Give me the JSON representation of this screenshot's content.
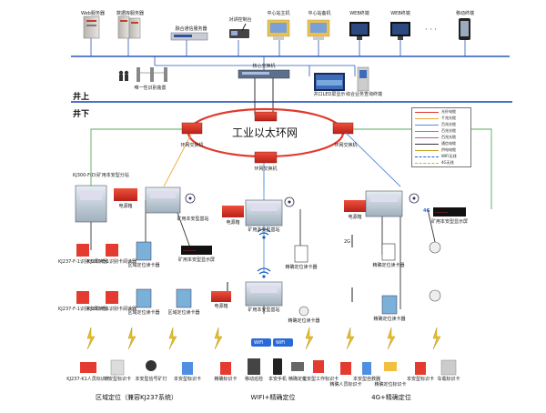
{
  "top_devices": {
    "web_server": "Web服务器",
    "db_server": "数据库服务器",
    "fusion_server": "融合通信服务器",
    "intercom": "对讲控制台",
    "center_host": "中心站主机",
    "center_backup": "中心站备机",
    "web_term_1": "WEB终端",
    "web_term_2": "WEB终端",
    "mobile_term": "移动终端",
    "ellipsis": "· · ·"
  },
  "mid_devices": {
    "core_switch": "核心交换机",
    "gate": "唯一性识别装置",
    "led": "井口LED屏显示",
    "kiosk": "综合业务查询终端"
  },
  "zones": {
    "above": "井上",
    "below": "井下"
  },
  "ring": {
    "title": "工业以太环网",
    "switch_label": "环网交换机"
  },
  "legend": {
    "items": [
      "光纤电缆",
      "千兆光缆",
      "百兆光缆",
      "百兆光缆",
      "百兆光缆",
      "通信电缆",
      "供电电缆",
      "WIFI无线",
      "4G无线"
    ],
    "colors": [
      "#e03a2c",
      "#f2a93b",
      "#4f8ee0",
      "#5aaa5a",
      "#b05ab0",
      "#333333",
      "#c8a020",
      "#2060c0",
      "#e0b000"
    ]
  },
  "substations": {
    "kj": "KJ300-F(D)矿用本安型分站",
    "power": "电源箱",
    "mine_sub": "矿用本安型基站",
    "display": "矿用本安型显示屏",
    "nettag": "矿用本安型基站"
  },
  "readers": {
    "kj237_1": "KJ237-F-1识别卡阅读器",
    "kj237_2": "KJ237-F-1识别卡阅读器",
    "kj237_3": "KJ237-F-1识别卡阅读器",
    "kj237_4": "KJ237-F-1识别卡阅读器",
    "area_1": "区域定位读卡器",
    "area_2": "区域定位读卡器",
    "area_3": "区域定位读卡器",
    "precise_1": "精确定位读卡器",
    "precise_2": "精确定位读卡器",
    "precise_3": "精确定位读卡器",
    "precise_4": "精确定位读卡器",
    "ap": "矿用本安型基站",
    "label_2g": "2G",
    "label_4g": "4G"
  },
  "terminals": {
    "t1": "KJ237-K1人员标识卡",
    "t2": "本安型标识卡",
    "t3": "本安型信号矿灯",
    "t4": "本安型标识卡",
    "t5": "精确标识卡",
    "t6": "移动巡检",
    "t7": "本安手机",
    "t8": "精确定位",
    "t9": "本安型工作标识卡",
    "t10": "精确人员标识卡",
    "t11": "本安型自救器",
    "t12": "精确定位标识卡",
    "t13": "本安型标识卡",
    "t14": "车载标识卡"
  },
  "bottom_labels": {
    "left": "区域定位（兼容KJ237系统）",
    "mid": "WIFI+精确定位",
    "right": "4G+精确定位"
  },
  "wifi_text": "WiFi"
}
